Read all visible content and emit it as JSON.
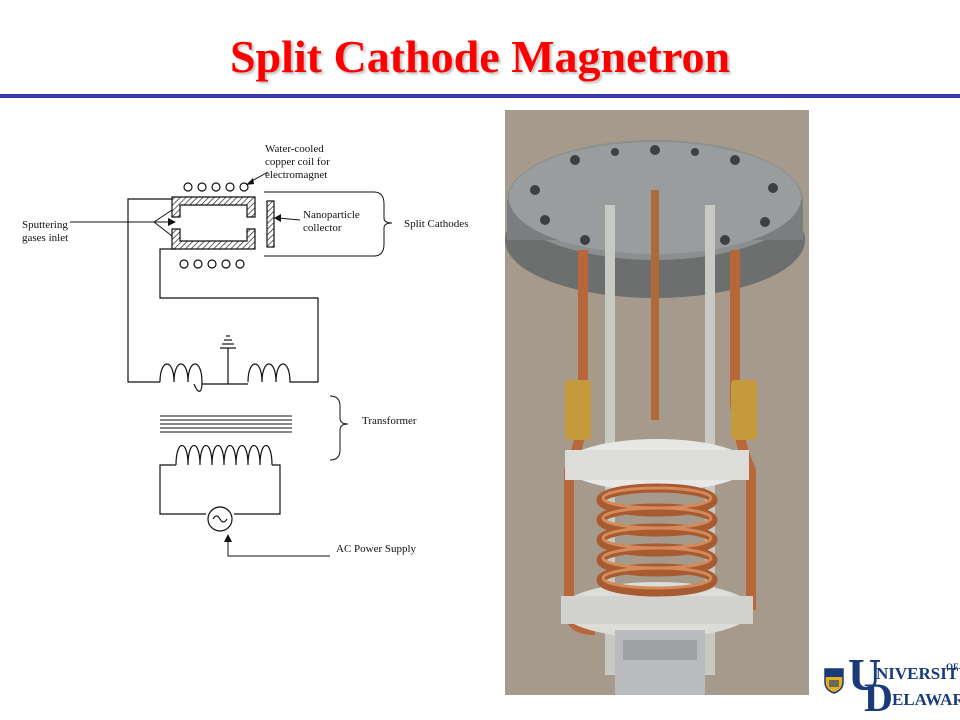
{
  "slide": {
    "title": "Split Cathode Magnetron",
    "title_color": "#ff0000",
    "rule_color": "#3a3ab0"
  },
  "diagram": {
    "labels": {
      "coil": [
        "Water-cooled",
        "copper coil for",
        "electromagnet"
      ],
      "gas_inlet": [
        "Sputtering",
        "gases inlet"
      ],
      "collector": [
        "Nanoparticle",
        "collector"
      ],
      "split_cathodes": "Split Cathodes",
      "transformer": "Transformer",
      "ac_supply": "AC Power Supply"
    }
  },
  "photo": {
    "subject": "magnetron-assembly-photo"
  },
  "logo": {
    "big_u": "U",
    "line1": "NIVERSITY",
    "of": "OF",
    "big_d": "D",
    "line2": "ELAWARE",
    "color": "#1a3a7a",
    "shield_gold": "#e0b020"
  }
}
